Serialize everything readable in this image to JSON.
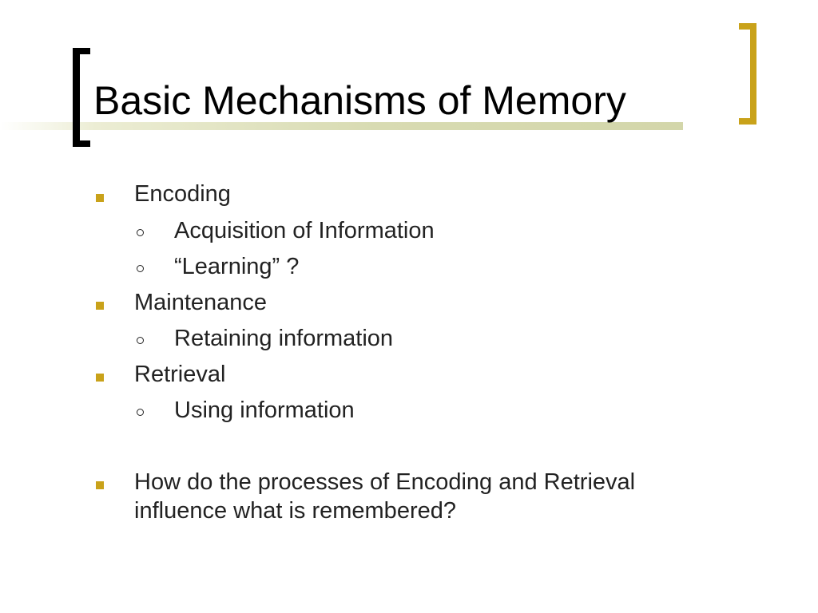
{
  "slide": {
    "title": "Basic Mechanisms of Memory",
    "bullets": {
      "encoding": {
        "label": "Encoding",
        "sub": [
          "Acquisition of Information",
          "“Learning” ?"
        ]
      },
      "maintenance": {
        "label": "Maintenance",
        "sub": [
          "Retaining information"
        ]
      },
      "retrieval": {
        "label": "Retrieval",
        "sub": [
          "Using information"
        ]
      },
      "question": {
        "lines": [
          "How do the processes of Encoding and Retrieval",
          "influence what is remembered?"
        ]
      }
    }
  },
  "colors": {
    "accent_gold": "#c9a21a",
    "title_band": "#d8dbb2",
    "text": "#222222"
  }
}
